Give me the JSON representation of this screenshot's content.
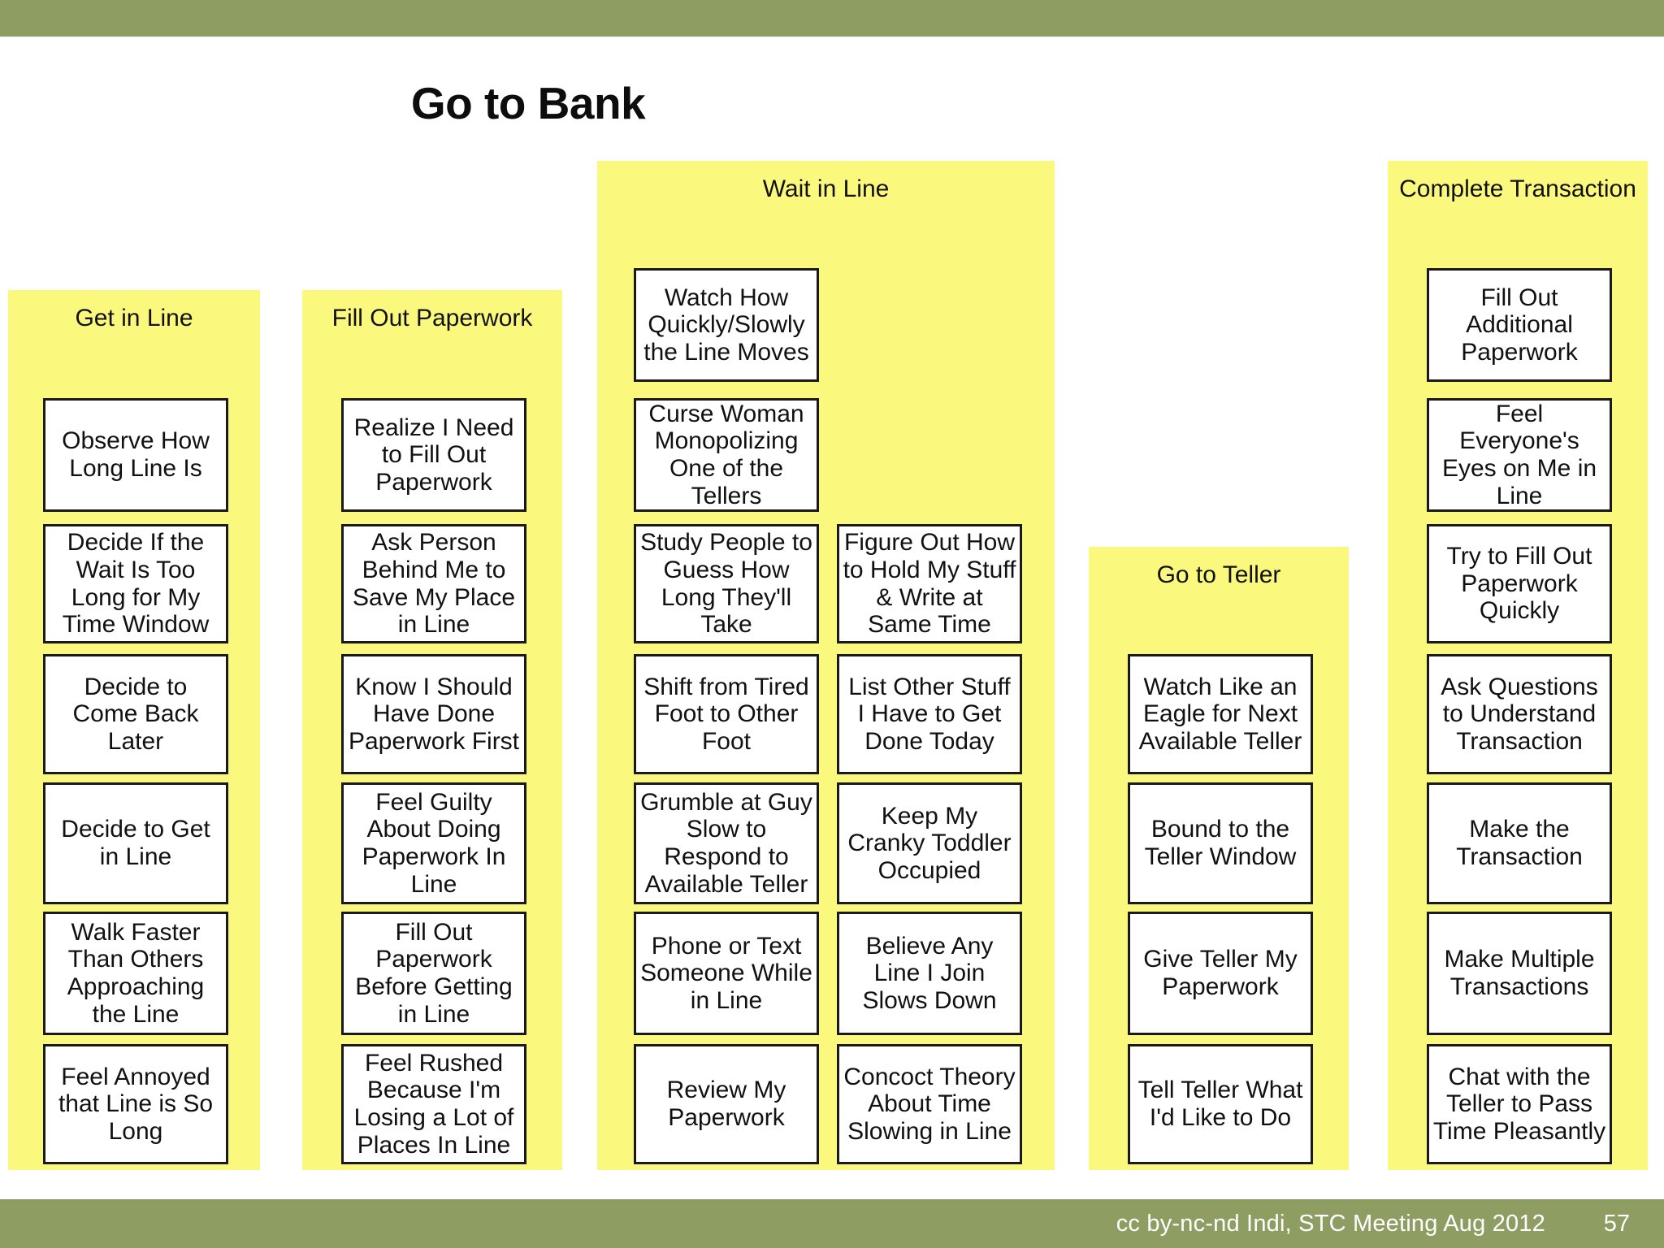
{
  "slide": {
    "title": "Go to Bank",
    "footer_credit": "cc by-nc-nd Indi, STC Meeting Aug 2012",
    "page_number": "57",
    "colors": {
      "band": "#8e9e63",
      "panel": "#fbf87e",
      "box_border": "#1a1a1a",
      "background": "#ffffff"
    }
  },
  "columns": [
    {
      "id": "get-in-line",
      "title": "Get in Line",
      "boxes": [
        "Observe How Long Line Is",
        "Decide If the Wait Is Too Long for My Time Window",
        "Decide to Come Back Later",
        "Decide to Get in Line",
        "Walk Faster Than Others Approaching the Line",
        "Feel Annoyed that Line is So Long"
      ]
    },
    {
      "id": "fill-out-paperwork",
      "title": "Fill Out Paperwork",
      "boxes": [
        "Realize I Need to Fill Out Paperwork",
        "Ask Person Behind Me to Save My Place in Line",
        "Know I Should Have Done Paperwork First",
        "Feel Guilty About Doing Paperwork In Line",
        "Fill Out Paperwork Before Getting in Line",
        "Feel Rushed Because I'm Losing a Lot of Places In Line"
      ]
    },
    {
      "id": "wait-in-line",
      "title": "Wait in Line",
      "boxes_left": [
        "Watch How Quickly/Slowly the Line Moves",
        "Curse Woman Monopolizing One of the Tellers",
        "Study People to Guess How Long They'll Take",
        "Shift from Tired Foot to Other Foot",
        "Grumble at Guy Slow to Respond to Available Teller",
        "Phone or Text Someone While in Line",
        "Review My Paperwork"
      ],
      "boxes_right": [
        "Figure Out How to Hold My Stuff & Write at Same Time",
        "List Other Stuff I Have to Get Done Today",
        "Keep My Cranky Toddler Occupied",
        "Believe Any Line I Join Slows Down",
        "Concoct Theory About Time Slowing in Line"
      ]
    },
    {
      "id": "go-to-teller",
      "title": "Go to Teller",
      "boxes": [
        "Watch Like an Eagle for Next Available Teller",
        "Bound to the Teller Window",
        "Give Teller My Paperwork",
        "Tell Teller What I'd Like to Do"
      ]
    },
    {
      "id": "complete-transaction",
      "title": "Complete Transaction",
      "boxes": [
        "Fill Out Additional Paperwork",
        "Feel Everyone's Eyes on Me in Line",
        "Try to Fill Out Paperwork Quickly",
        "Ask Questions to Understand Transaction",
        "Make the Transaction",
        "Make Multiple Transactions",
        "Chat with the Teller to Pass Time Pleasantly"
      ]
    }
  ]
}
